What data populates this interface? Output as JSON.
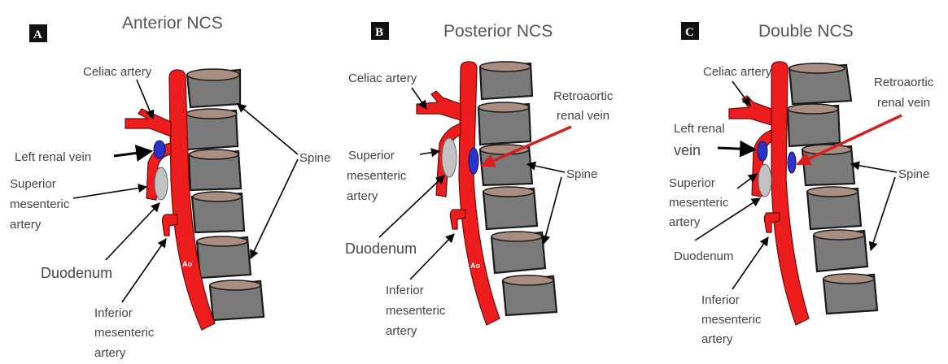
{
  "panels": [
    {
      "letter": "A",
      "title": "Anterior NCS"
    },
    {
      "letter": "B",
      "title": "Posterior NCS"
    },
    {
      "letter": "C",
      "title": "Double NCS"
    }
  ],
  "ao_label": "Ao",
  "labels": {
    "celiac_artery": "Celiac artery",
    "left_renal_vein": "Left renal vein",
    "left_renal": "Left renal",
    "vein": "vein",
    "superior": "Superior",
    "mesenteric": "mesenteric",
    "artery": "artery",
    "duodenum": "Duodenum",
    "inferior": "Inferior",
    "spine": "Spine",
    "retroaortic": "Retroaortic",
    "renal_vein": "renal vein"
  },
  "colors": {
    "artery": "#ee1d1d",
    "vein": "#2b34c8",
    "vertebra": "#7a7a7a",
    "disc": "#a88d80",
    "duodenum": "#c2c2c2",
    "highlight_arrow": "#d42020"
  }
}
